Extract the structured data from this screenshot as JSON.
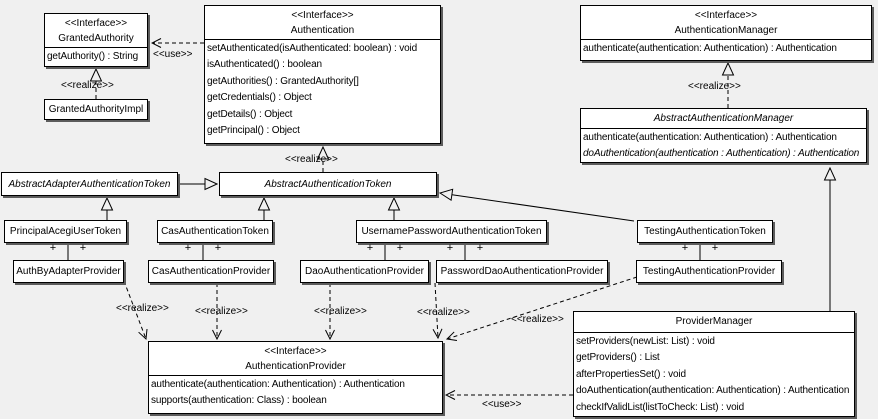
{
  "diagram": {
    "background_color": "#f0f0f0",
    "box_fill_color": "#ffffff",
    "line_color": "#000000"
  },
  "labels": {
    "realize": "<<realize>>",
    "use": "<<use>>",
    "plus": "+"
  },
  "classes": {
    "granted_authority": {
      "stereotype": "<<Interface>>",
      "name": "GrantedAuthority",
      "methods": [
        "getAuthority() : String"
      ]
    },
    "granted_authority_impl": {
      "name": "GrantedAuthorityImpl"
    },
    "authentication": {
      "stereotype": "<<Interface>>",
      "name": "Authentication",
      "methods": [
        "setAuthenticated(isAuthenticated: boolean) : void",
        "isAuthenticated() : boolean",
        "getAuthorities() : GrantedAuthority[]",
        "getCredentials() : Object",
        "getDetails() : Object",
        "getPrincipal() : Object"
      ]
    },
    "authentication_manager": {
      "stereotype": "<<Interface>>",
      "name": "AuthenticationManager",
      "methods": [
        "authenticate(authentication: Authentication) : Authentication"
      ]
    },
    "abstract_authentication_manager": {
      "name": "AbstractAuthenticationManager",
      "methods": [
        {
          "text": "authenticate(authentication: Authentication) : Authentication"
        },
        {
          "text": "doAuthentication(authentication : Authentication) : Authentication",
          "italic": true
        }
      ]
    },
    "abstract_adapter_authentication_token": {
      "name": "AbstractAdapterAuthenticationToken"
    },
    "abstract_authentication_token": {
      "name": "AbstractAuthenticationToken"
    },
    "principal_acegi_user_token": {
      "name": "PrincipalAcegiUserToken"
    },
    "cas_authentication_token": {
      "name": "CasAuthenticationToken"
    },
    "username_password_authentication_token": {
      "name": "UsernamePasswordAuthenticationToken"
    },
    "testing_authentication_token": {
      "name": "TestingAuthenticationToken"
    },
    "auth_by_adapter_provider": {
      "name": "AuthByAdapterProvider"
    },
    "cas_authentication_provider": {
      "name": "CasAuthenticationProvider"
    },
    "dao_authentication_provider": {
      "name": "DaoAuthenticationProvider"
    },
    "password_dao_authentication_provider": {
      "name": "PasswordDaoAuthenticationProvider"
    },
    "testing_authentication_provider": {
      "name": "TestingAuthenticationProvider"
    },
    "authentication_provider": {
      "stereotype": "<<Interface>>",
      "name": "AuthenticationProvider",
      "methods": [
        "authenticate(authentication: Authentication) : Authentication",
        "supports(authentication: Class) : boolean"
      ]
    },
    "provider_manager": {
      "name": "ProviderManager",
      "methods": [
        "setProviders(newList: List) : void",
        "getProviders() : List",
        "afterPropertiesSet() : void",
        "doAuthentication(authentication: Authentication) : Authentication",
        "checkIfValidList(listToCheck: List) : void"
      ]
    }
  },
  "relationships": [
    {
      "type": "use",
      "from": "Authentication",
      "to": "GrantedAuthority",
      "label": "<<use>>"
    },
    {
      "type": "realize",
      "from": "GrantedAuthorityImpl",
      "to": "GrantedAuthority",
      "label": "<<realize>>"
    },
    {
      "type": "realize",
      "from": "AbstractAuthenticationToken",
      "to": "Authentication",
      "label": "<<realize>>"
    },
    {
      "type": "realize",
      "from": "AbstractAuthenticationManager",
      "to": "AuthenticationManager",
      "label": "<<realize>>"
    },
    {
      "type": "generalization",
      "from": "AbstractAdapterAuthenticationToken",
      "to": "AbstractAuthenticationToken"
    },
    {
      "type": "generalization",
      "from": "PrincipalAcegiUserToken",
      "to": "AbstractAdapterAuthenticationToken"
    },
    {
      "type": "generalization",
      "from": "CasAuthenticationToken",
      "to": "AbstractAuthenticationToken"
    },
    {
      "type": "generalization",
      "from": "UsernamePasswordAuthenticationToken",
      "to": "AbstractAuthenticationToken"
    },
    {
      "type": "generalization",
      "from": "TestingAuthenticationToken",
      "to": "AbstractAuthenticationToken"
    },
    {
      "type": "generalization",
      "from": "ProviderManager",
      "to": "AbstractAuthenticationManager"
    },
    {
      "type": "association",
      "from": "PrincipalAcegiUserToken",
      "to": "AuthByAdapterProvider",
      "ends": "+ +"
    },
    {
      "type": "association",
      "from": "CasAuthenticationToken",
      "to": "CasAuthenticationProvider",
      "ends": "+ +"
    },
    {
      "type": "association",
      "from": "UsernamePasswordAuthenticationToken",
      "to": "DaoAuthenticationProvider",
      "ends": "+ +"
    },
    {
      "type": "association",
      "from": "UsernamePasswordAuthenticationToken",
      "to": "PasswordDaoAuthenticationProvider",
      "ends": "+ +"
    },
    {
      "type": "association",
      "from": "TestingAuthenticationToken",
      "to": "TestingAuthenticationProvider",
      "ends": "+ +"
    },
    {
      "type": "realize",
      "from": "AuthByAdapterProvider",
      "to": "AuthenticationProvider",
      "label": "<<realize>>"
    },
    {
      "type": "realize",
      "from": "CasAuthenticationProvider",
      "to": "AuthenticationProvider",
      "label": "<<realize>>"
    },
    {
      "type": "realize",
      "from": "DaoAuthenticationProvider",
      "to": "AuthenticationProvider",
      "label": "<<realize>>"
    },
    {
      "type": "realize",
      "from": "PasswordDaoAuthenticationProvider",
      "to": "AuthenticationProvider",
      "label": "<<realize>>"
    },
    {
      "type": "realize",
      "from": "TestingAuthenticationProvider",
      "to": "AuthenticationProvider",
      "label": "<<realize>>"
    },
    {
      "type": "use",
      "from": "ProviderManager",
      "to": "AuthenticationProvider",
      "label": "<<use>>"
    }
  ]
}
